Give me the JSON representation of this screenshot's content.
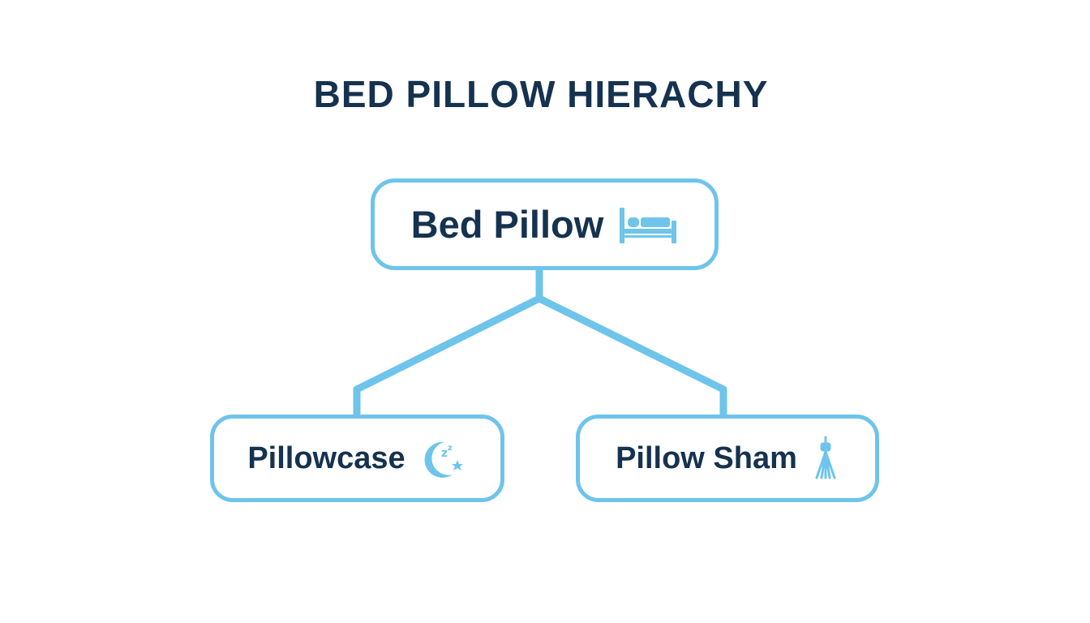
{
  "title": "BED PILLOW HIERACHY",
  "colors": {
    "text": "#15324f",
    "accent": "#6ec4ea",
    "background": "#ffffff"
  },
  "root": {
    "label": "Bed Pillow",
    "icon": "bed-icon"
  },
  "children": [
    {
      "label": "Pillowcase",
      "icon": "moon-sleep-icon"
    },
    {
      "label": "Pillow Sham",
      "icon": "tassel-icon"
    }
  ]
}
